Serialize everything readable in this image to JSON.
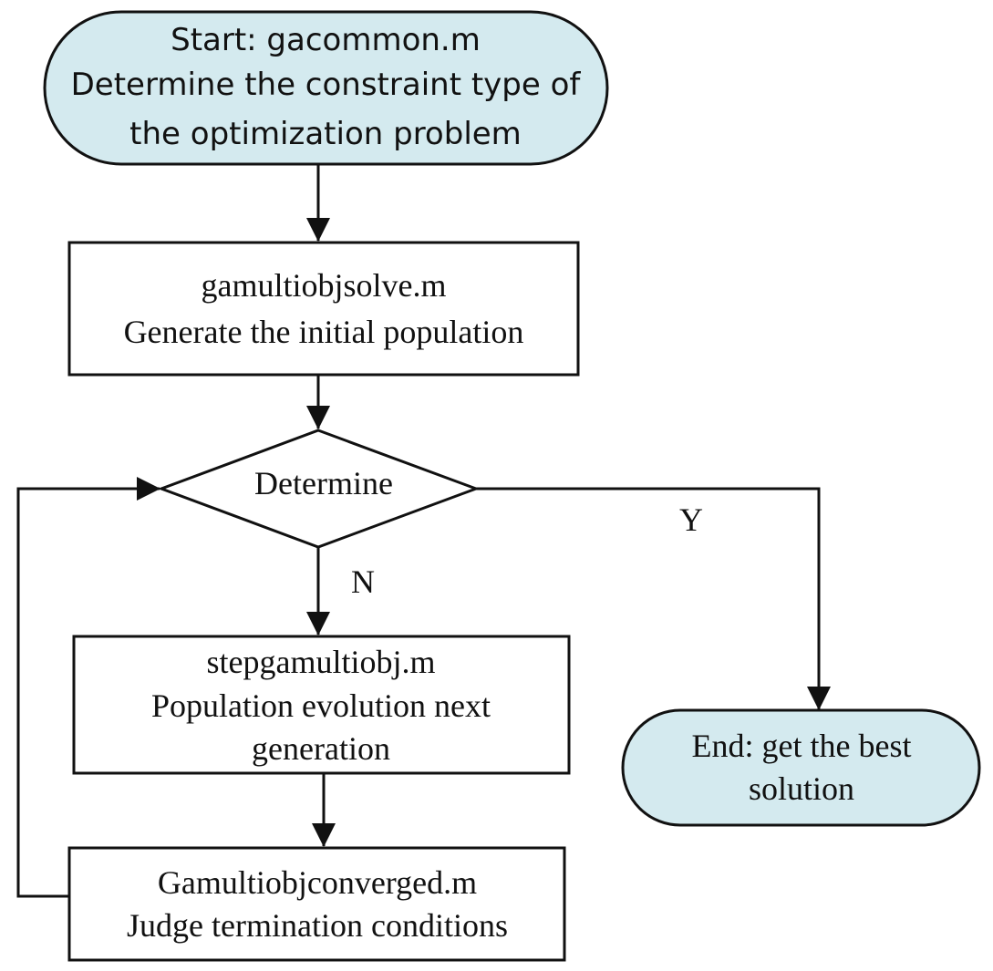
{
  "colors": {
    "terminal_fill": "#d4eaef",
    "box_fill": "#ffffff",
    "stroke": "#111111"
  },
  "nodes": {
    "start": {
      "line1": "Start: gacommon.m",
      "line2": "Determine the constraint type of",
      "line3": "the optimization problem"
    },
    "solve": {
      "line1": "gamultiobjsolve.m",
      "line2": "Generate the initial population"
    },
    "decision": {
      "label": "Determine"
    },
    "step": {
      "line1": "stepgamultiobj.m",
      "line2": "Population evolution next",
      "line3": "generation"
    },
    "converged": {
      "line1": "Gamultiobjconverged.m",
      "line2": "Judge termination conditions"
    },
    "end": {
      "line1": "End: get the best",
      "line2": "solution"
    }
  },
  "edges": {
    "yes_label": "Y",
    "no_label": "N"
  }
}
